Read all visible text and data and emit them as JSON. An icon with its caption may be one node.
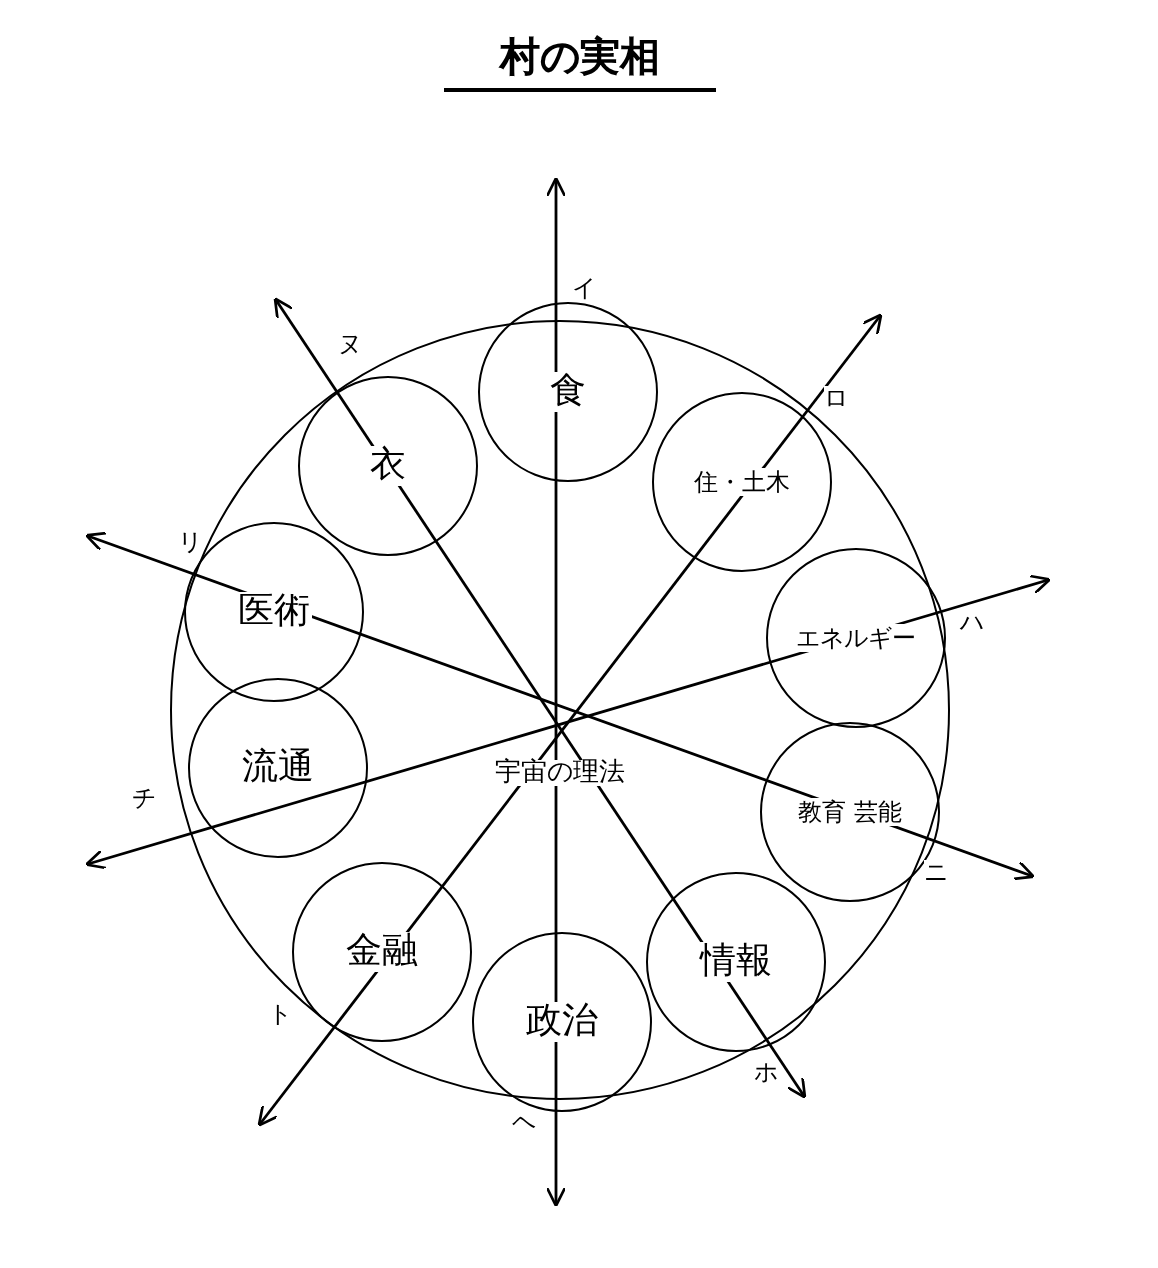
{
  "diagram": {
    "title": "村の実相",
    "nodes": [
      {
        "text": [
          "宇宙の理法"
        ]
      },
      {
        "text": [
          "食"
        ],
        "in": 0
      },
      {
        "text": [
          "住・土木"
        ],
        "in": 0
      },
      {
        "text": [
          "エネルギー"
        ],
        "in": 0
      },
      {
        "text": [
          "教育 芸能"
        ],
        "in": 0
      },
      {
        "text": [
          "情報"
        ],
        "in": 0
      },
      {
        "text": [
          "政治"
        ],
        "in": 0
      },
      {
        "text": [
          "金融"
        ],
        "in": 0
      },
      {
        "text": [
          "流通"
        ],
        "in": 0
      },
      {
        "text": [
          "医術"
        ],
        "in": 0
      },
      {
        "text": [
          "衣"
        ],
        "in": 0
      }
    ],
    "labels": [
      "イ",
      "ロ",
      "ハ",
      "ニ",
      "ホ",
      "ヘ",
      "ト",
      "チ",
      "リ",
      "ヌ"
    ]
  }
}
